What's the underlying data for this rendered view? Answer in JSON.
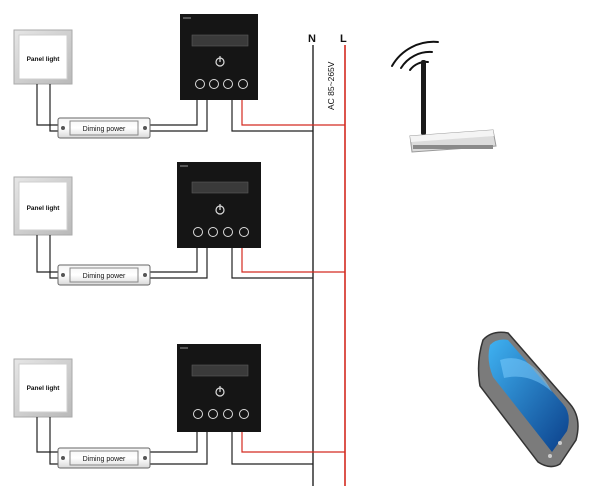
{
  "bus": {
    "neutral_label": "N",
    "live_label": "L",
    "voltage_label": "AC  85~265V"
  },
  "panel_light_label": "Panel light",
  "dimming_power_label": "Diming power",
  "rows": [
    {
      "panel_light": "Panel light",
      "driver": "Diming power"
    },
    {
      "panel_light": "Panel light",
      "driver": "Diming power"
    },
    {
      "panel_light": "Panel light",
      "driver": "Diming power"
    }
  ],
  "controller_icons": [
    "power-icon",
    "bulb-warm-icon",
    "bulb-cool-icon",
    "scene-icon",
    "mode-icon"
  ],
  "router_icon": "wifi-router-icon",
  "signal_icon": "wifi-signal-icon",
  "phone_icon": "smartphone-icon",
  "colors": {
    "live_wire": "#d42a20",
    "wire": "#222222",
    "controller_body": "#151515",
    "phone_screen": "#2a7ccf"
  }
}
